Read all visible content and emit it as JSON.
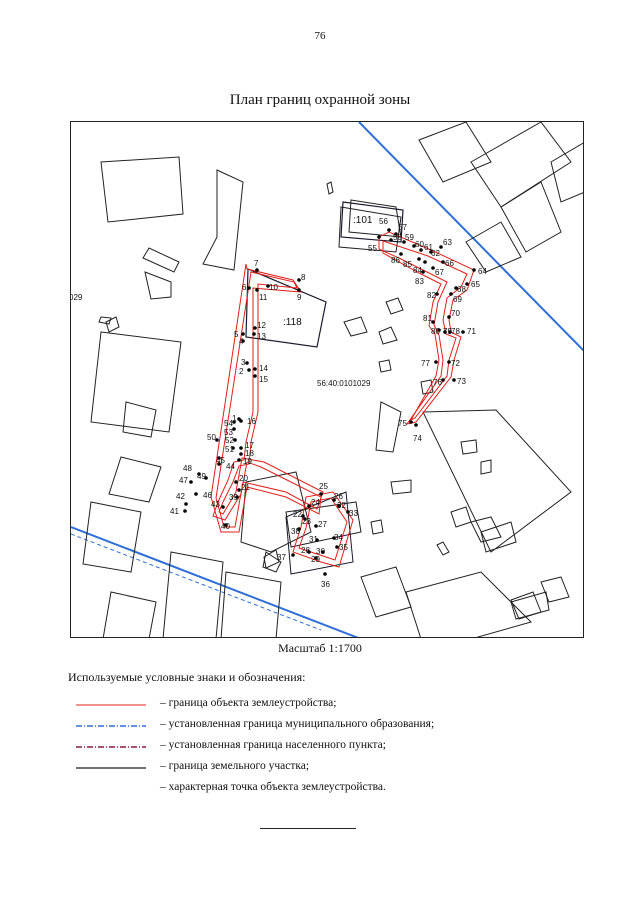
{
  "page": {
    "number": "76",
    "title": "План границ охранной зоны",
    "scale": "Масштаб 1:1700"
  },
  "map": {
    "labels": {
      "parcel_101": ":101",
      "parcel_118": ":118",
      "cadastral_block": "56:40:0101029",
      "edge_fragment": "029"
    },
    "colors": {
      "boundary_object": "#e0201a",
      "municipal_boundary": "#2f6fd6",
      "land_plot": "#1a1a2e",
      "building_outline": "#222222"
    },
    "points_north": [
      {
        "n": "55"
      },
      {
        "n": "56"
      },
      {
        "n": "57"
      },
      {
        "n": "58"
      },
      {
        "n": "59"
      },
      {
        "n": "60"
      },
      {
        "n": "61"
      },
      {
        "n": "62"
      },
      {
        "n": "63"
      },
      {
        "n": "64"
      },
      {
        "n": "65"
      },
      {
        "n": "66"
      },
      {
        "n": "67"
      },
      {
        "n": "68"
      },
      {
        "n": "69"
      },
      {
        "n": "70"
      },
      {
        "n": "71"
      },
      {
        "n": "72"
      },
      {
        "n": "73"
      },
      {
        "n": "74"
      },
      {
        "n": "75"
      },
      {
        "n": "76"
      },
      {
        "n": "77"
      },
      {
        "n": "78"
      },
      {
        "n": "79"
      },
      {
        "n": "80"
      },
      {
        "n": "81"
      },
      {
        "n": "82"
      },
      {
        "n": "83"
      },
      {
        "n": "84"
      },
      {
        "n": "85"
      },
      {
        "n": "86"
      }
    ],
    "points_west": [
      {
        "n": "1"
      },
      {
        "n": "2"
      },
      {
        "n": "3"
      },
      {
        "n": "4"
      },
      {
        "n": "5"
      },
      {
        "n": "6"
      },
      {
        "n": "7"
      },
      {
        "n": "8"
      },
      {
        "n": "9"
      },
      {
        "n": "10"
      },
      {
        "n": "11"
      },
      {
        "n": "12"
      },
      {
        "n": "13"
      },
      {
        "n": "14"
      },
      {
        "n": "15"
      },
      {
        "n": "16"
      },
      {
        "n": "17"
      },
      {
        "n": "18"
      },
      {
        "n": "19"
      },
      {
        "n": "20"
      },
      {
        "n": "21"
      },
      {
        "n": "22"
      },
      {
        "n": "23"
      },
      {
        "n": "24"
      },
      {
        "n": "25"
      },
      {
        "n": "26"
      },
      {
        "n": "27"
      },
      {
        "n": "28"
      },
      {
        "n": "29"
      },
      {
        "n": "30"
      },
      {
        "n": "31"
      },
      {
        "n": "32"
      },
      {
        "n": "33"
      },
      {
        "n": "34"
      },
      {
        "n": "35"
      },
      {
        "n": "36"
      },
      {
        "n": "37"
      },
      {
        "n": "38"
      },
      {
        "n": "39"
      },
      {
        "n": "40"
      },
      {
        "n": "41"
      },
      {
        "n": "42"
      },
      {
        "n": "43"
      },
      {
        "n": "44"
      },
      {
        "n": "45"
      },
      {
        "n": "46"
      },
      {
        "n": "47"
      },
      {
        "n": "48"
      },
      {
        "n": "49"
      },
      {
        "n": "50"
      },
      {
        "n": "51"
      },
      {
        "n": "52"
      },
      {
        "n": "53"
      },
      {
        "n": "54"
      }
    ]
  },
  "legend": {
    "title": "Используемые условные знаки и обозначения:",
    "items": [
      {
        "text": "– граница объекта землеустройства;"
      },
      {
        "text": "– установленная граница муниципального образования;"
      },
      {
        "text": "– установленная граница населенного пункта;"
      },
      {
        "text": "– граница земельного участка;"
      },
      {
        "text": "– характерная точка объекта землеустройства."
      }
    ]
  }
}
